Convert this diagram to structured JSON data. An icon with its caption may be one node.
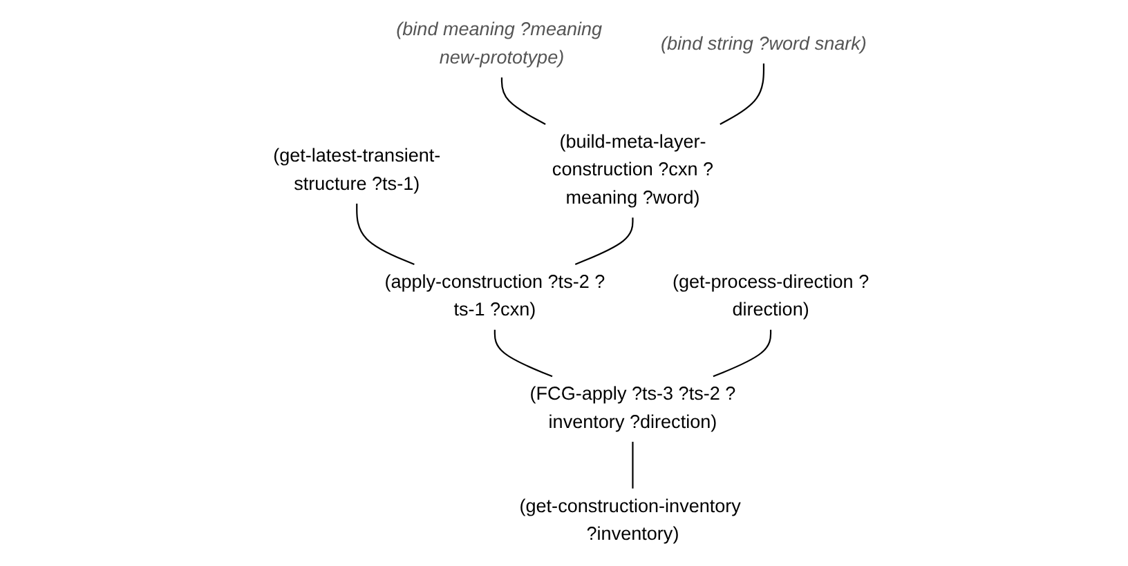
{
  "diagram": {
    "nodes": [
      {
        "text": [
          "(bind meaning ?meaning new-prototype)"
        ]
      },
      {
        "text": [
          "(bind string ?word snark)"
        ]
      },
      {
        "text": [
          "(get-latest-transient-structure ?ts-1)"
        ]
      },
      {
        "text": [
          "(build-meta-layer-construction ?cxn ?meaning ?word)"
        ]
      },
      {
        "text": [
          "(apply-construction ?ts-2 ?ts-1 ?cxn)"
        ]
      },
      {
        "text": [
          "(get-process-direction ?direction)"
        ]
      },
      {
        "text": [
          "(FCG-apply ?ts-3 ?ts-2 ?inventory ?direction)"
        ]
      },
      {
        "text": [
          "(get-construction-inventory ?inventory)"
        ]
      }
    ],
    "edges": [
      {
        "from": 0,
        "to": 3,
        "arrow": "none"
      },
      {
        "from": 1,
        "to": 3,
        "arrow": "none"
      },
      {
        "from": 2,
        "to": 4,
        "arrow": "none"
      },
      {
        "from": 3,
        "to": 4,
        "arrow": "none"
      },
      {
        "from": 4,
        "to": 6,
        "arrow": "none"
      },
      {
        "from": 5,
        "to": 6,
        "arrow": "none"
      },
      {
        "from": 6,
        "to": 7,
        "arrow": "none"
      }
    ]
  }
}
